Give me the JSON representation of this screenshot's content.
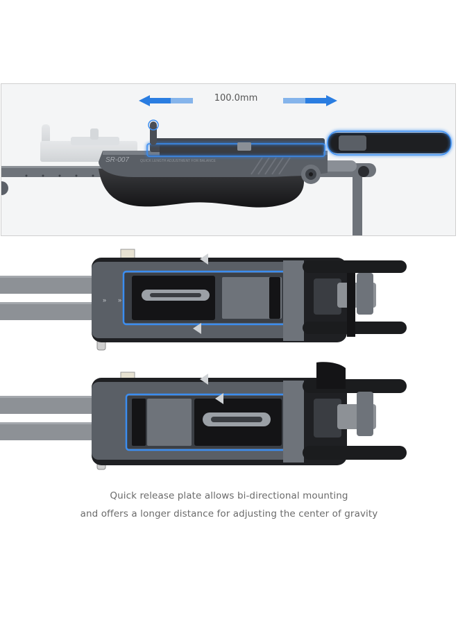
{
  "measurement": {
    "label": "100.0mm"
  },
  "product": {
    "model": "SR-007",
    "engraving": "QUICK LENGTH ADJUSTMENT FOR BALANCE"
  },
  "caption": {
    "line1": "Quick release plate allows bi-directional mounting",
    "line2": "and offers a longer distance for adjusting the center of gravity"
  },
  "colors": {
    "accent_blue": "#2a7de1",
    "body_dark": "#2b2d31",
    "body_gray": "#5b6068",
    "pad_black": "#1b1b1d",
    "strap_gray": "#8d9196"
  },
  "icons": [
    "arrow-left-icon",
    "arrow-right-icon"
  ]
}
